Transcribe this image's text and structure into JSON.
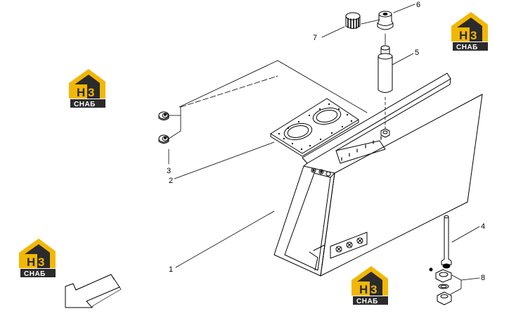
{
  "callouts": [
    {
      "id": "1",
      "label": "1"
    },
    {
      "id": "2",
      "label": "2"
    },
    {
      "id": "3",
      "label": "3"
    },
    {
      "id": "4",
      "label": "4"
    },
    {
      "id": "5",
      "label": "5"
    },
    {
      "id": "6",
      "label": "6"
    },
    {
      "id": "7",
      "label": "7"
    },
    {
      "id": "8",
      "label": "8"
    }
  ],
  "watermark": {
    "mark": "H3",
    "word": "СНАБ",
    "color_gold": "#f2b705",
    "color_dark": "#2b2b2b"
  },
  "colors": {
    "line": "#000000",
    "background": "#ffffff"
  }
}
